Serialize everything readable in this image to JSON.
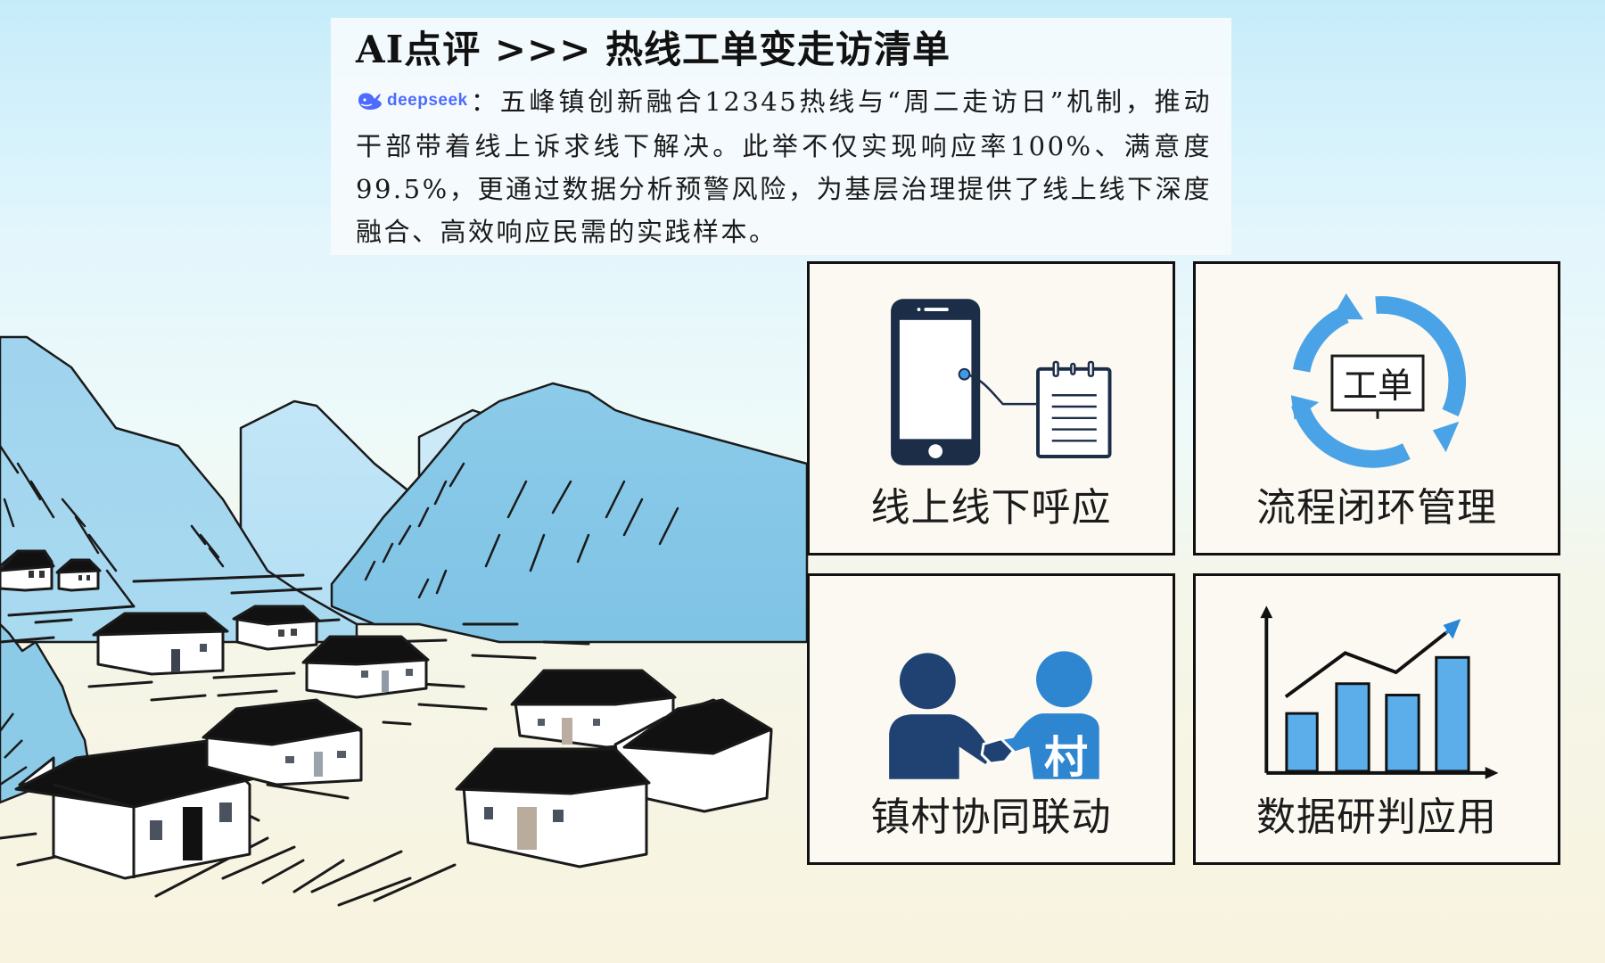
{
  "header": {
    "title": "AI点评 >>> 热线工单变走访清单"
  },
  "commentary": {
    "brand_name": "deepseek",
    "brand_icon": "whale-logo-icon",
    "brand_color": "#4d6bfe",
    "separator": "：",
    "text": "五峰镇创新融合12345热线与“周二走访日”机制，推动干部带着线上诉求线下解决。此举不仅实现响应率100%、满意度99.5%，更通过数据分析预警风险，为基层治理提供了线上线下深度融合、高效响应民需的实践样本。",
    "metrics": {
      "response_rate": "100%",
      "satisfaction_rate": "99.5%",
      "hotline_number": "12345"
    }
  },
  "cards": [
    {
      "label": "线上线下呼应",
      "icon": "phone-to-notepad-icon"
    },
    {
      "label": "流程闭环管理",
      "icon": "work-order-cycle-icon",
      "icon_text": "工单"
    },
    {
      "label": "镇村协同联动",
      "icon": "handshake-icon",
      "icon_text": "村"
    },
    {
      "label": "数据研判应用",
      "icon": "bar-chart-trend-icon"
    }
  ],
  "colors": {
    "accent_blue": "#3d9be9",
    "navy": "#1f3a5f",
    "mountain_blue": "#8fcbe8",
    "card_bg": "#fbf9f1",
    "ground": "#f8f3df"
  }
}
